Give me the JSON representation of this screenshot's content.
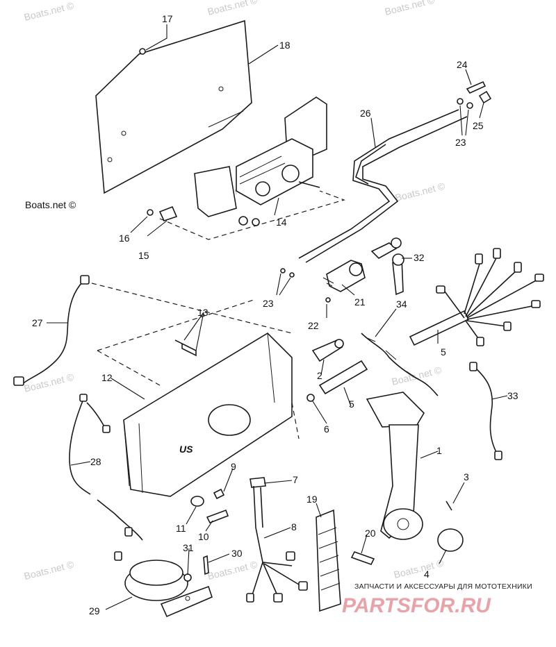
{
  "watermark": {
    "text": "Boats.net ©"
  },
  "brand": {
    "tagline": "ЗАПЧАСТИ И АКСЕССУАРЫ ДЛЯ МОТОТЕХНИКИ",
    "name": "PARTSFOR.RU",
    "accent_color": "#e9a3a8"
  },
  "callouts": {
    "c1": "1",
    "c2": "2",
    "c3": "3",
    "c4": "4",
    "c5a": "5",
    "c5b": "5",
    "c6": "6",
    "c7": "7",
    "c8": "8",
    "c9": "9",
    "c10": "10",
    "c11": "11",
    "c12": "12",
    "c13": "13",
    "c14": "14",
    "c15": "15",
    "c16": "16",
    "c17": "17",
    "c18": "18",
    "c19": "19",
    "c20": "20",
    "c21": "21",
    "c22": "22",
    "c23a": "23",
    "c23b": "23",
    "c24": "24",
    "c25": "25",
    "c26": "26",
    "c27": "27",
    "c28": "28",
    "c29": "29",
    "c30": "30",
    "c31": "31",
    "c32": "32",
    "c33": "33",
    "c34": "34"
  },
  "housing_logo": "US"
}
